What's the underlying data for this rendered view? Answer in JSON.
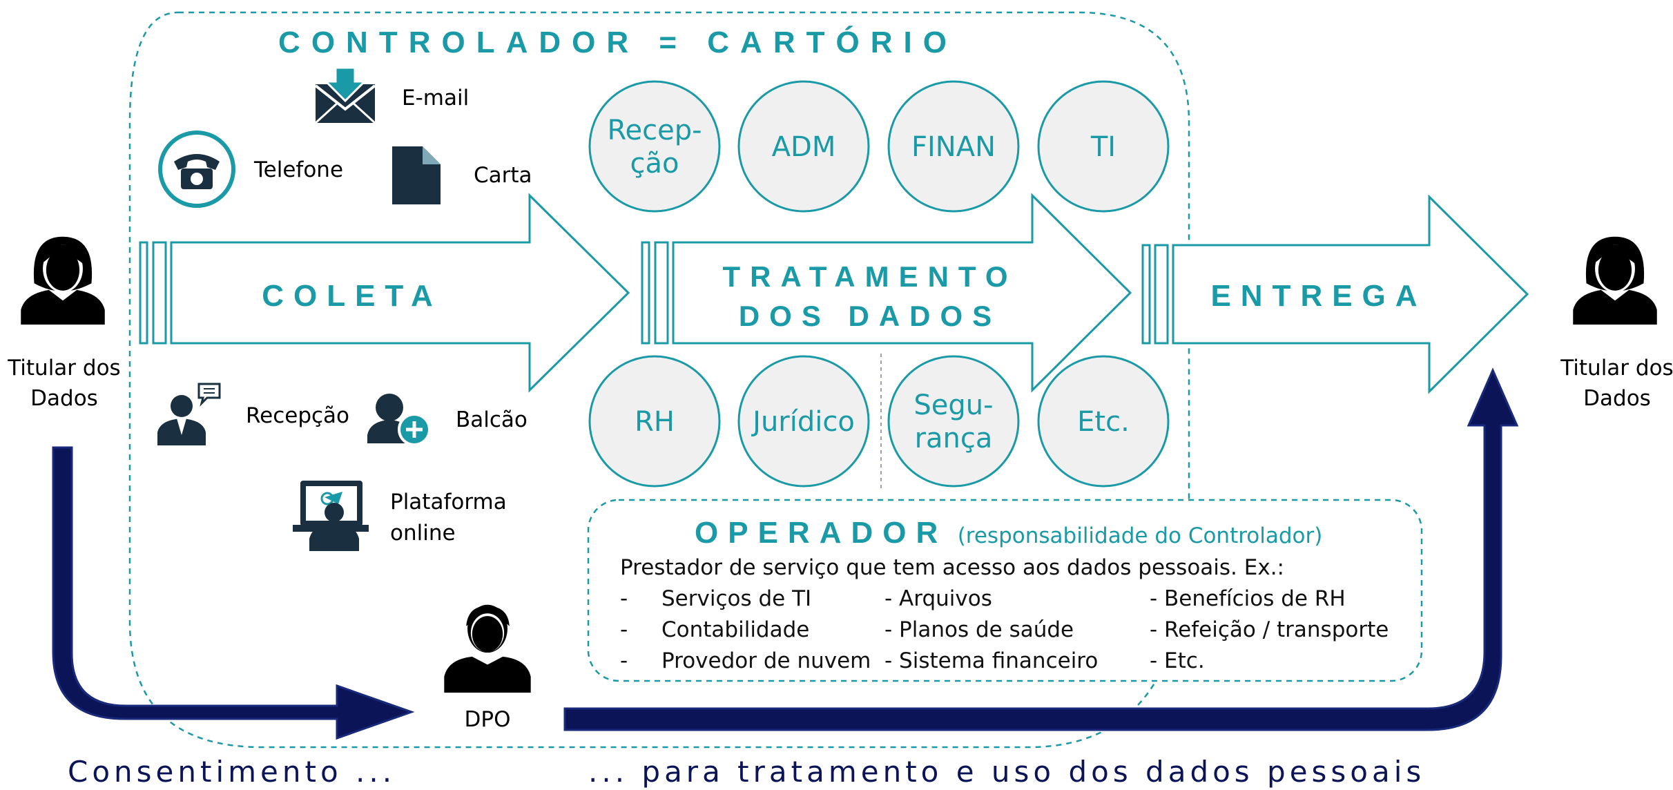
{
  "colors": {
    "teal": "#1a9aa6",
    "navy": "#0b1457",
    "dark_icon": "#1a3040",
    "circle_fill": "#f0f0f0",
    "text_dark": "#111111"
  },
  "controller_title": "CONTROLADOR = CARTÓRIO",
  "left_person": {
    "label_line1": "Titular dos",
    "label_line2": "Dados",
    "icon": "woman-user-icon"
  },
  "right_person": {
    "label_line1": "Titular dos",
    "label_line2": "Dados",
    "icon": "woman-user-icon"
  },
  "channels": {
    "email": {
      "label": "E-mail",
      "icon": "email-download-icon"
    },
    "phone": {
      "label": "Telefone",
      "icon": "telephone-icon"
    },
    "letter": {
      "label": "Carta",
      "icon": "document-icon"
    },
    "reception": {
      "label": "Recepção",
      "icon": "receptionist-icon"
    },
    "counter": {
      "label": "Balcão",
      "icon": "add-user-icon"
    },
    "platform": {
      "label_line1": "Plataforma",
      "label_line2": "online",
      "icon": "online-platform-icon"
    }
  },
  "stages": {
    "collect": "COLETA",
    "treatment_line1": "TRATAMENTO",
    "treatment_line2": "DOS DADOS",
    "delivery": "ENTREGA"
  },
  "departments": {
    "top": [
      {
        "line1": "Recep-",
        "line2": "ção"
      },
      {
        "line1": "ADM",
        "line2": ""
      },
      {
        "line1": "FINAN",
        "line2": ""
      },
      {
        "line1": "TI",
        "line2": ""
      }
    ],
    "bottom": [
      {
        "line1": "RH",
        "line2": ""
      },
      {
        "line1": "Jurídico",
        "line2": ""
      },
      {
        "line1": "Segu-",
        "line2": "rança"
      },
      {
        "line1": "Etc.",
        "line2": ""
      }
    ]
  },
  "operator": {
    "title": "OPERADOR",
    "subtitle": "(responsabilidade do Controlador)",
    "description": "Prestador de serviço que tem acesso aos dados pessoais. Ex.:",
    "col1": [
      {
        "dash": "-",
        "text": "Serviços de TI"
      },
      {
        "dash": "-",
        "text": "Contabilidade"
      },
      {
        "dash": "-",
        "text": "Provedor de nuvem"
      }
    ],
    "col2": [
      "- Arquivos",
      "- Planos de saúde",
      "- Sistema financeiro"
    ],
    "col3": [
      "- Benefícios de RH",
      "- Refeição / transporte",
      "- Etc."
    ]
  },
  "dpo": {
    "label": "DPO",
    "icon": "man-user-icon"
  },
  "footer": {
    "left": "Consentimento ...",
    "right": "... para tratamento e uso dos dados pessoais"
  }
}
